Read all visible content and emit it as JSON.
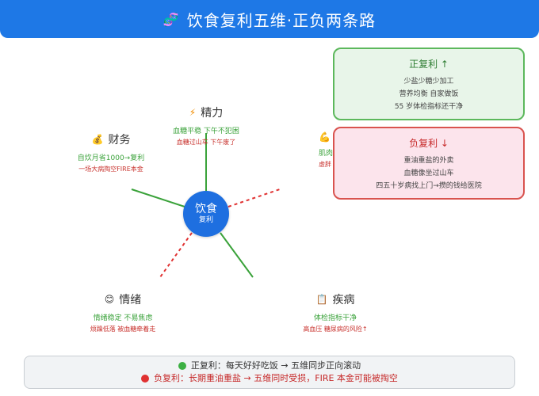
{
  "header": {
    "title": "饮食复利五维·正负两条路",
    "icon": "dna-icon"
  },
  "hub": {
    "title": "饮食",
    "subtitle": "复利"
  },
  "nodes": {
    "energy": {
      "icon": "lightning-icon",
      "title": "精力",
      "positive": "血糖平稳 下午不犯困",
      "negative": "血糖过山车 下午废了"
    },
    "finance": {
      "icon": "money-bag-icon",
      "title": "财务",
      "positive": "自炊月省1000→复利",
      "negative": "一场大病掏空FIRE本金"
    },
    "muscle": {
      "icon": "flexed-biceps-icon",
      "positive": "肌肉",
      "negative": "虚胖"
    },
    "mood": {
      "icon": "smiley-icon",
      "title": "情绪",
      "positive": "情绪稳定 不易焦虑",
      "negative": "烦躁低落 被血糖牵着走"
    },
    "disease": {
      "icon": "clipboard-icon",
      "title": "疾病",
      "positive": "体检指标干净",
      "negative": "高血压 糖尿病的风险↑"
    }
  },
  "positive_box": {
    "title": "正复利 ↑",
    "items": [
      "少盐少糖少加工",
      "营养均衡 自家做饭",
      "55 岁体检指标还干净"
    ]
  },
  "negative_box": {
    "title": "负复利 ↓",
    "items": [
      "重油重盐的外卖",
      "血糖像坐过山车",
      "四五十岁病找上门→攒的钱给医院"
    ]
  },
  "footer": {
    "positive_line": "正复利：每天好好吃饭 → 五维同步正向滚动",
    "negative_line": "负复利：长期重油重盐 → 五维同时受损，FIRE 本金可能被掏空"
  },
  "colors": {
    "header": "#1e78e6",
    "hub": "#1e6fe0",
    "positive": "#5cb85c",
    "negative": "#d9534f"
  }
}
